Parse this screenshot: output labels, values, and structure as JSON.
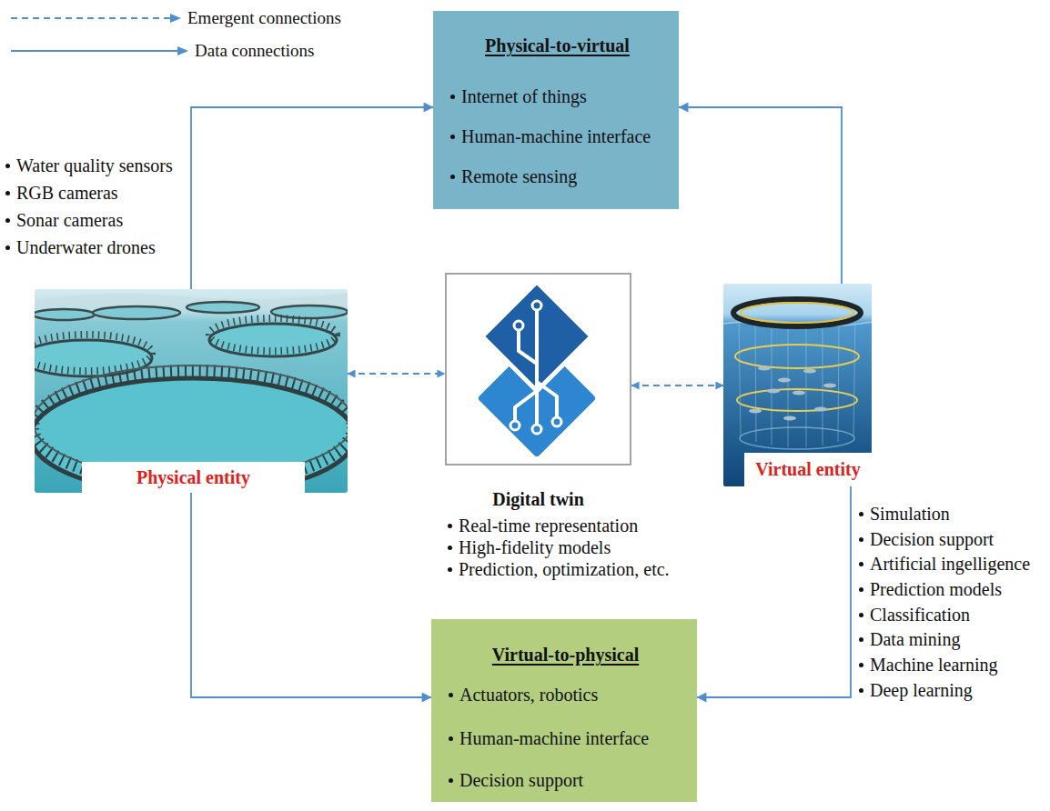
{
  "diagram": {
    "nodes": [
      {
        "text": [
          "Physical-to-virtual",
          "Internet of things",
          "Human-machine interface",
          "Remote sensing"
        ]
      },
      {
        "text": [
          "Physical entity"
        ]
      },
      {
        "text": [
          "Digital twin",
          "Real-time representation",
          "High-fidelity models",
          "Prediction, optimization, etc."
        ]
      },
      {
        "text": [
          "Virtual entity"
        ]
      },
      {
        "text": [
          "Virtual-to-physical",
          "Actuators, robotics",
          "Human-machine interface",
          "Decision support"
        ]
      }
    ],
    "edges": [
      {
        "from": 1,
        "to": 0,
        "arrow": "to"
      },
      {
        "from": 3,
        "to": 0,
        "arrow": "to"
      },
      {
        "from": 1,
        "to": 4,
        "arrow": "to"
      },
      {
        "from": 3,
        "to": 4,
        "arrow": "to"
      },
      {
        "from": 1,
        "to": 2,
        "arrow": "both"
      },
      {
        "from": 2,
        "to": 3,
        "arrow": "both"
      }
    ],
    "labels": [
      "Water quality sensors",
      "RGB cameras",
      "Sonar cameras",
      "Underwater drones",
      "Simulation",
      "Decision support",
      "Artificial ingelligence",
      "Prediction models",
      "Classification",
      "Data mining",
      "Machine learning",
      "Deep learning"
    ],
    "legend": [
      {
        "text": "Emergent connections"
      },
      {
        "text": "Data connections"
      }
    ]
  }
}
